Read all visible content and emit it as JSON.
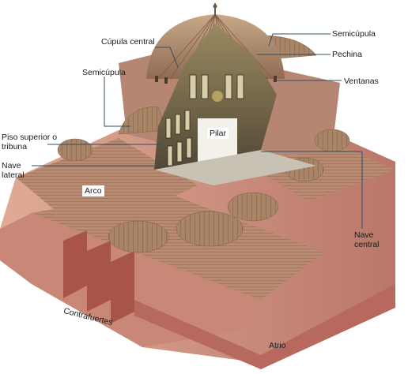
{
  "labels": {
    "semicupula_right": "Semicúpula",
    "cupula_central": "Cúpula central",
    "pechina": "Pechina",
    "semicupula_left": "Semicúpula",
    "ventanas": "Ventanas",
    "piso_superior": "Piso superior o tribuna",
    "pilar": "Pilar",
    "nave_lateral": "Nave lateral",
    "arco": "Arco",
    "nave_central": "Nave central",
    "contrafuertes": "Contrafuertes",
    "atrio": "Atrio"
  },
  "colors": {
    "sky": "#ffffff",
    "roof": "#b98a72",
    "wall": "#d7a08c",
    "wall_dark": "#b06f62",
    "dome": "#a98566",
    "interior": "#6e6048",
    "leader": "#2f4f66"
  }
}
